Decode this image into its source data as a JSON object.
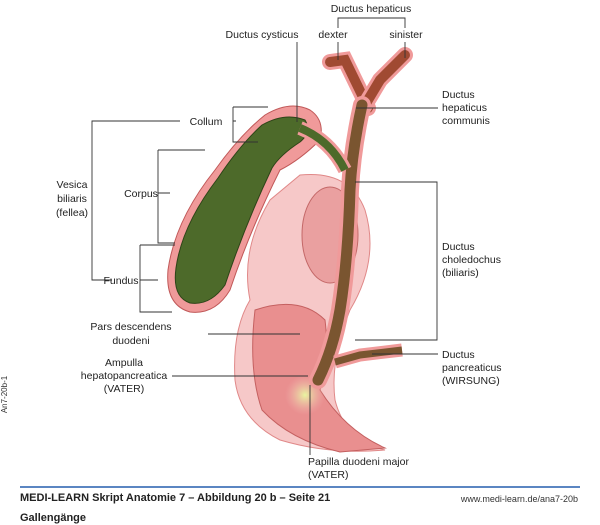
{
  "labels": {
    "ductus_hepaticus": "Ductus hepaticus",
    "dexter": "dexter",
    "sinister": "sinister",
    "ductus_cysticus": "Ductus cysticus",
    "hepaticus_communis": [
      "Ductus",
      "hepaticus",
      "communis"
    ],
    "collum": "Collum",
    "vesica": [
      "Vesica",
      "biliaris",
      "(fellea)"
    ],
    "corpus": "Corpus",
    "fundus": "Fundus",
    "choledochus": [
      "Ductus",
      "choledochus",
      "(biliaris)"
    ],
    "pars_descendens": [
      "Pars descendens",
      "duodeni"
    ],
    "ampulla": [
      "Ampulla",
      "hepatopancreatica",
      "(VATER)"
    ],
    "pancreaticus": [
      "Ductus",
      "pancreaticus",
      "(WIRSUNG)"
    ],
    "papilla": [
      "Papilla duodeni major",
      "(VATER)"
    ]
  },
  "figure_code": "An7-20b-1",
  "footer": {
    "title": "MEDI-LEARN Skript Anatomie 7 – Abbildung 20 b – Seite 21",
    "url": "www.medi-learn.de/ana7-20b",
    "subtitle": "Gallengänge"
  },
  "colors": {
    "accent": "#5b86c2",
    "duct": "#a04a32",
    "gall": "#4d6a2a",
    "tissue": "#f0a6a6"
  }
}
